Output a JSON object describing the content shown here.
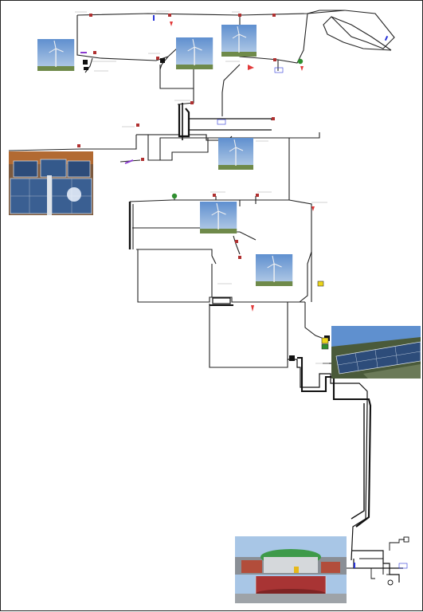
{
  "diagram": {
    "type": "energy-network-single-line",
    "colors": {
      "line": "#222222",
      "label": "#8a8a8a",
      "breaker": "#b03030",
      "arrow_red": "#e23a3a",
      "arrow_purple": "#8a3acf",
      "arrow_blue": "#2a35d8",
      "node_green": "#2f8f2f",
      "node_yellow": "#ecd51a",
      "sky": "#7fa6d6",
      "panel": "#2d4c7a"
    },
    "images": [
      {
        "name": "wind-turbine-image-1",
        "kind": "wind-turbine"
      },
      {
        "name": "wind-turbine-image-2",
        "kind": "wind-turbine"
      },
      {
        "name": "wind-turbine-image-3",
        "kind": "wind-turbine"
      },
      {
        "name": "wind-turbine-image-4",
        "kind": "wind-turbine"
      },
      {
        "name": "wind-turbine-image-5",
        "kind": "wind-turbine"
      },
      {
        "name": "wind-turbine-image-6",
        "kind": "wind-turbine"
      },
      {
        "name": "solar-panel-image-1",
        "kind": "solar-panel"
      },
      {
        "name": "solar-panel-image-2",
        "kind": "solar-panel"
      },
      {
        "name": "biogas-plant-image",
        "kind": "biogas-plant"
      }
    ]
  }
}
